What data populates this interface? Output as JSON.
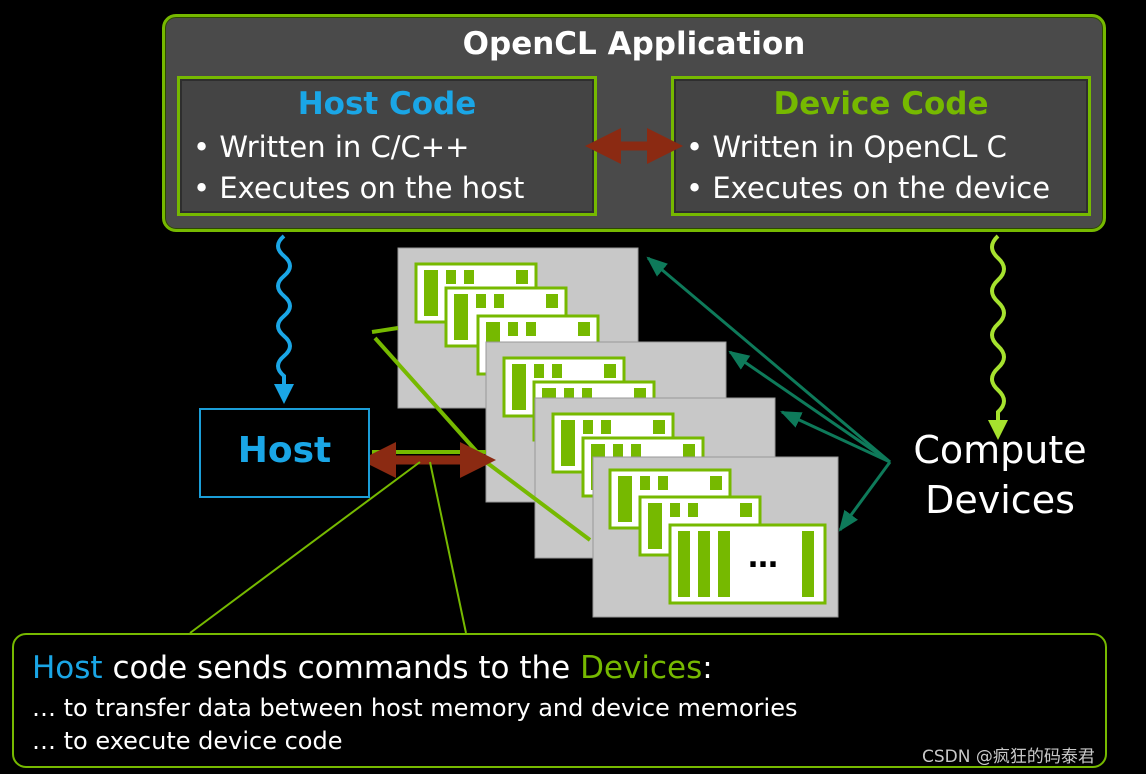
{
  "application": {
    "title": "OpenCL Application",
    "host_code": {
      "title": "Host Code",
      "bullets": [
        "• Written in C/C++",
        "• Executes on the host"
      ]
    },
    "device_code": {
      "title": "Device Code",
      "bullets": [
        "• Written in OpenCL C",
        "• Executes on the device"
      ]
    }
  },
  "host_label": "Host",
  "compute_devices": [
    "Compute",
    "Devices"
  ],
  "ellipsis": "…",
  "caption": {
    "word_host": "Host",
    "mid": " code sends commands to the ",
    "word_devices": "Devices",
    "end": ":",
    "lines": [
      "… to transfer data between host memory and device memories",
      "… to execute device code"
    ]
  },
  "watermark": "CSDN @疯狂的码泰君",
  "colors": {
    "host_blue": "#1aa6e6",
    "device_green": "#76b900",
    "arrow_brown": "#8b2a12",
    "teal_arrow": "#0e7a5a",
    "lime_wave": "#a6e22e"
  }
}
